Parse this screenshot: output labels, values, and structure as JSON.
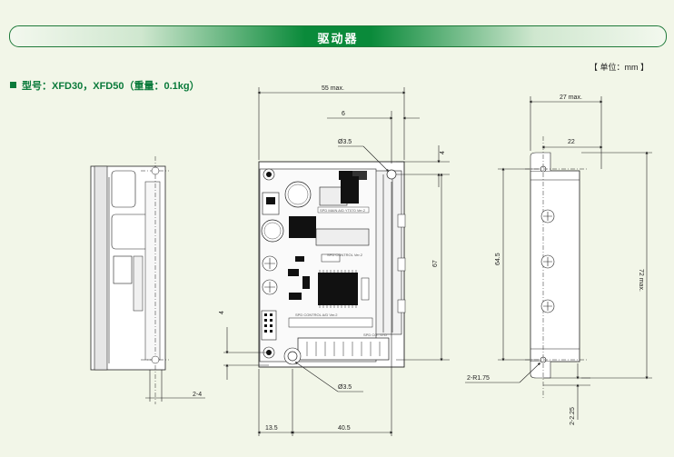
{
  "banner": {
    "title": "驱动器"
  },
  "unit_note": "【 单位：mm 】",
  "model_line": "型号：XFD30，XFD50（重量：0.1kg）",
  "dimensions": {
    "width_max": "55 max.",
    "offset_6": "6",
    "hole_dia_top": "Ø3.5",
    "margin_4_top": "4",
    "height_67": "67",
    "margin_4_left": "4",
    "hole_dia_bottom": "Ø3.5",
    "bottom_13_5": "13.5",
    "bottom_40_5": "40.5",
    "side_2_4": "2-4",
    "depth_27_max": "27 max.",
    "depth_22": "22",
    "height_64_5": "64.5",
    "height_72_max": "72 max.",
    "radius_2_r1_75": "2-R1.75",
    "bottom_2_25": "2-2.25"
  },
  "pcb_labels": {
    "board_a": "SPD MAIN A/D YT070 Ver.2",
    "board_b": "SPD CONTROL A/D Ver.2",
    "board_c": "SPD CONTROL Ver.2",
    "maker": "SPD CO., LTD"
  },
  "colors": {
    "accent": "#0a8a3a",
    "text": "#222222"
  }
}
